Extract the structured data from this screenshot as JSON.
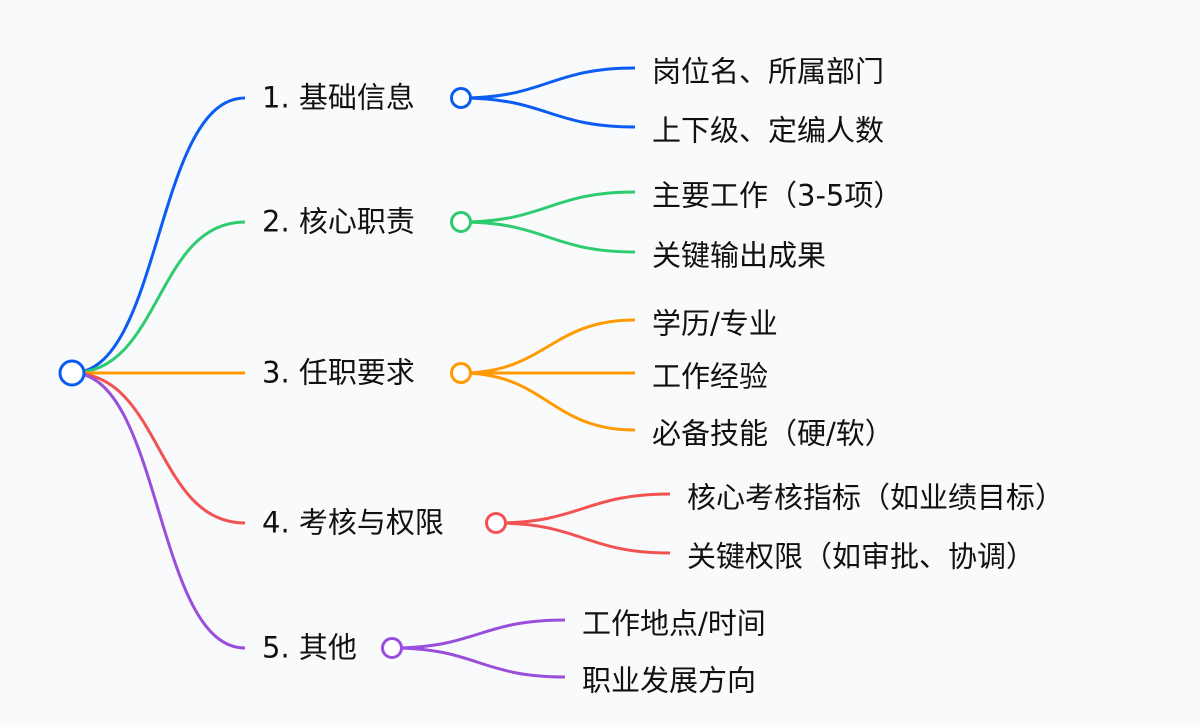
{
  "mindmap": {
    "branches": [
      {
        "label": "1. 基础信息",
        "color": "#0b5cf2",
        "children": [
          "岗位名、所属部门",
          "上下级、定编人数"
        ]
      },
      {
        "label": "2. 核心职责",
        "color": "#2ecb70",
        "children": [
          "主要工作（3-5项）",
          "关键输出成果"
        ]
      },
      {
        "label": "3. 任职要求",
        "color": "#ff9a00",
        "children": [
          "学历/专业",
          "工作经验",
          "必备技能（硬/软）"
        ]
      },
      {
        "label": "4. 考核与权限",
        "color": "#f25252",
        "children": [
          "核心考核指标（如业绩目标）",
          "关键权限（如审批、协调）"
        ]
      },
      {
        "label": "5. 其他",
        "color": "#9a4fdc",
        "children": [
          "工作地点/时间",
          "职业发展方向"
        ]
      }
    ],
    "root_color": "#0b5cf2"
  }
}
